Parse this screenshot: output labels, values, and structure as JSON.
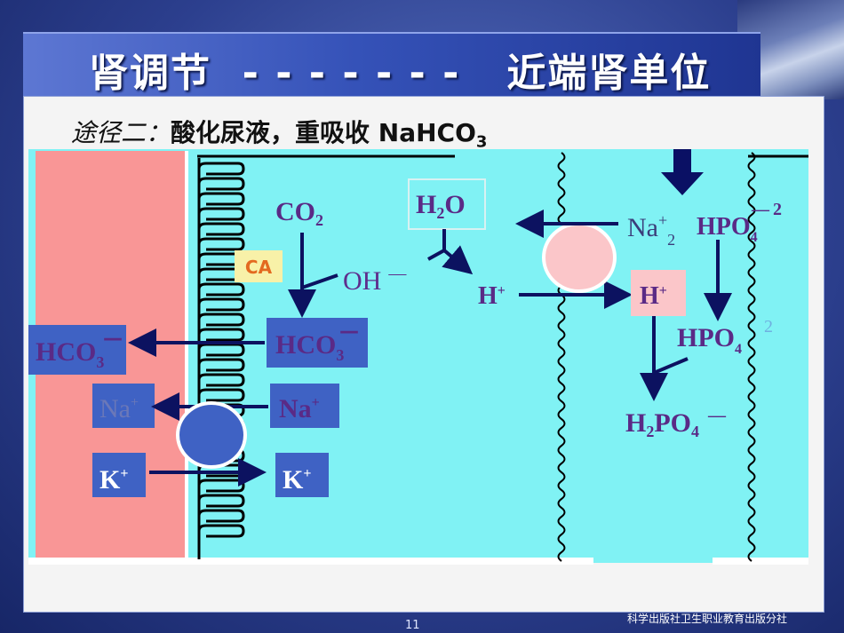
{
  "header": {
    "title": "肾调节  - - - - - - -   近端肾单位"
  },
  "subtitle": {
    "prefix": "途径二：",
    "text": "酸化尿液，重吸收 NaHCO",
    "sub": "3"
  },
  "diagram": {
    "co2": "CO",
    "co2_sub": "2",
    "ca": "CA",
    "oh": "OH",
    "minus": "—",
    "h2o_h": "H",
    "h2o_sub": "2",
    "h2o_o": "O",
    "h": "H",
    "plus": "+",
    "hco": "HCO",
    "hco_sub": "3",
    "na": "Na",
    "k": "K",
    "na2_sub": "2",
    "hpo": "HPO",
    "hpo_sub": "4",
    "two": "2",
    "h2po_h": "H",
    "h2po_sub": "2",
    "h2po_po": "PO",
    "h2po_sub2": "4"
  },
  "footer": {
    "page": "11",
    "publisher": "科学出版社卫生职业教育出版分社"
  },
  "colors": {
    "lumen": "#80f2f4",
    "blood": "#f99696",
    "label_box": "#3f62c4",
    "text_dark": "#5a2a86"
  }
}
